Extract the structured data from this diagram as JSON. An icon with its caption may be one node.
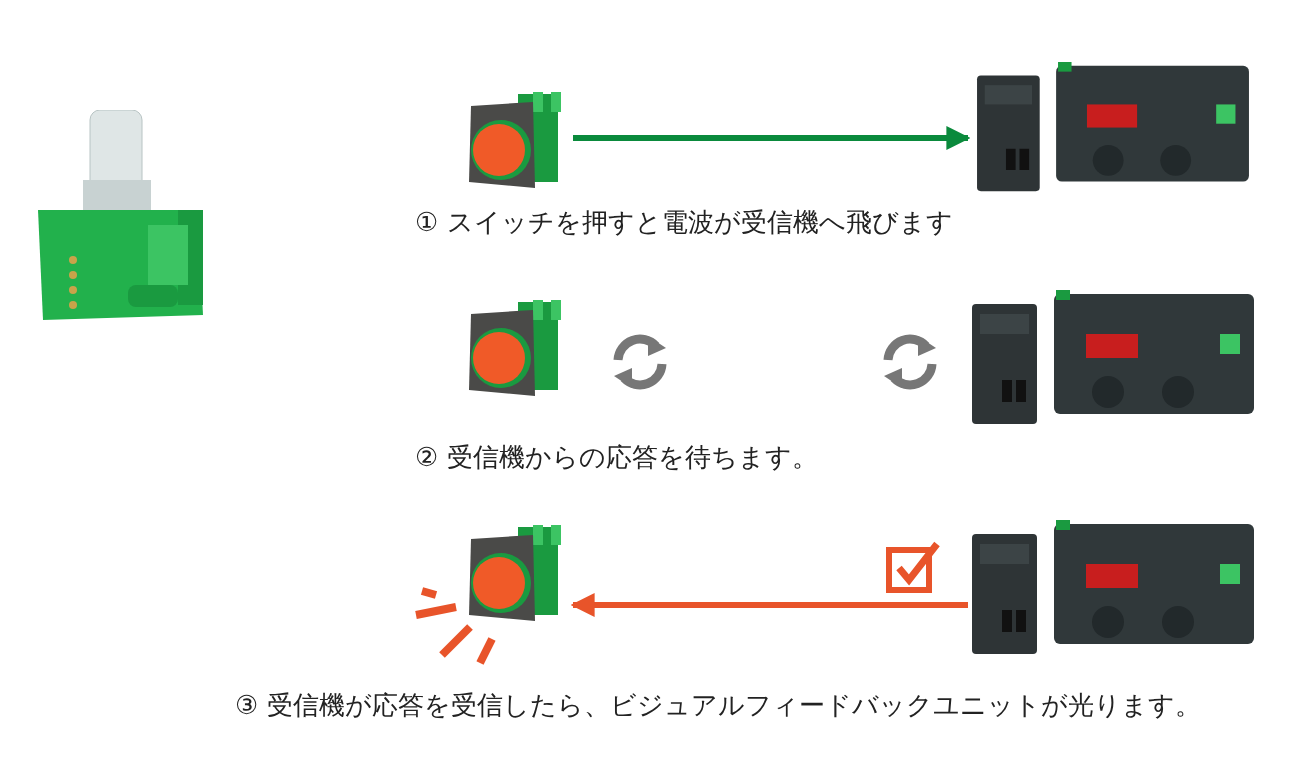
{
  "diagram": {
    "nodes": [
      {
        "text": [],
        "shape": "picture"
      },
      {
        "text": [],
        "shape": "picture"
      },
      {
        "text": [],
        "shape": "picture"
      },
      {
        "text": [],
        "shape": "picture"
      },
      {
        "text": [],
        "shape": "picture"
      },
      {
        "text": [],
        "shape": "picture"
      },
      {
        "text": [],
        "shape": "picture"
      }
    ],
    "edges": [
      {
        "from": 1,
        "to": 2,
        "arrow": "to",
        "color": "#0a8a3c"
      },
      {
        "from": 6,
        "to": 5,
        "arrow": "to",
        "color": "#e8542a"
      }
    ],
    "labels": [
      "① スイッチを押すと電波が受信機へ飛びます",
      "② 受信機からの応答を待ちます。",
      "③ 受信機が応答を受信したら、ビジュアルフィードバックユニットが光ります。"
    ]
  }
}
